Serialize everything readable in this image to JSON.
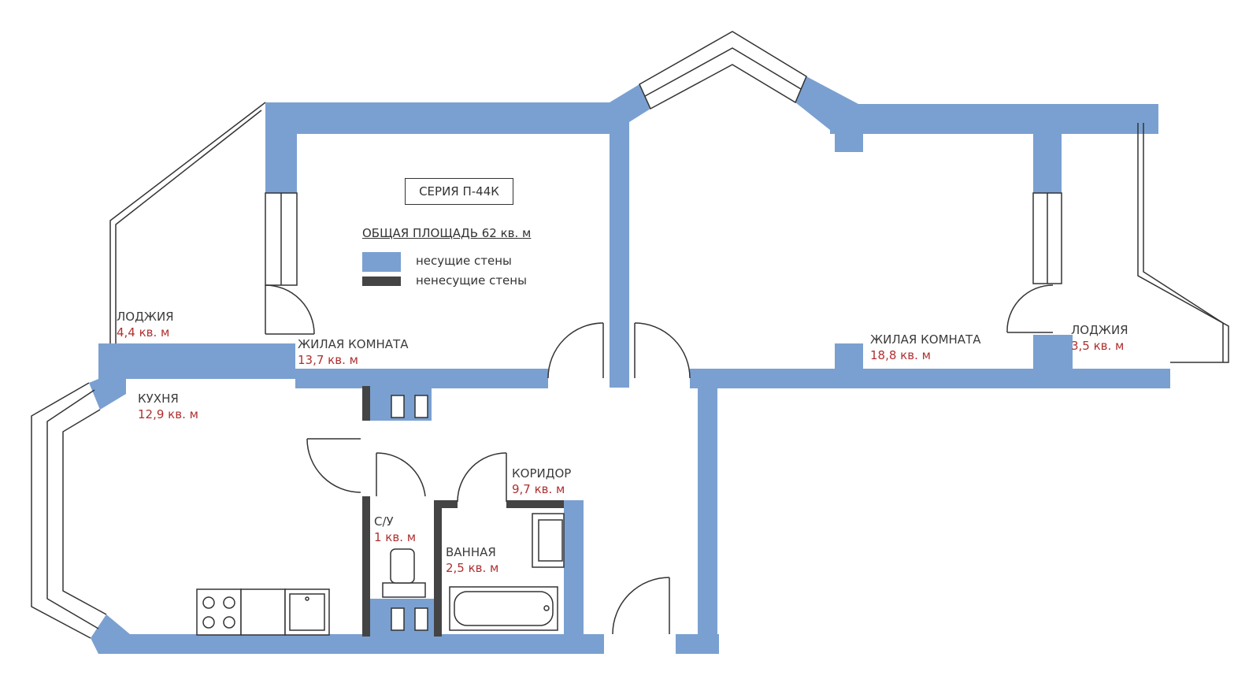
{
  "colors": {
    "load_bearing": "#7aa0d1",
    "non_load_bearing": "#444444",
    "outline": "#333333",
    "area_text": "#b03030"
  },
  "series_label": "СЕРИЯ П-44К",
  "total_area": "ОБЩАЯ ПЛОЩАДЬ  62 кв. м",
  "legend": {
    "load_bearing": "несущие стены",
    "non_load_bearing": "ненесущие стены"
  },
  "rooms": {
    "loggia_left": {
      "name": "ЛОДЖИЯ",
      "area": "4,4 кв. м"
    },
    "living_left": {
      "name": "ЖИЛАЯ КОМНАТА",
      "area": "13,7 кв. м"
    },
    "kitchen": {
      "name": "КУХНЯ",
      "area": "12,9 кв. м"
    },
    "corridor": {
      "name": "КОРИДОР",
      "area": "9,7 кв. м"
    },
    "wc": {
      "name": "С/У",
      "area": "1 кв. м"
    },
    "bathroom": {
      "name": "ВАННАЯ",
      "area": "2,5 кв. м"
    },
    "living_right": {
      "name": "ЖИЛАЯ КОМНАТА",
      "area": "18,8 кв. м"
    },
    "loggia_right": {
      "name": "ЛОДЖИЯ",
      "area": "3,5 кв. м"
    }
  }
}
